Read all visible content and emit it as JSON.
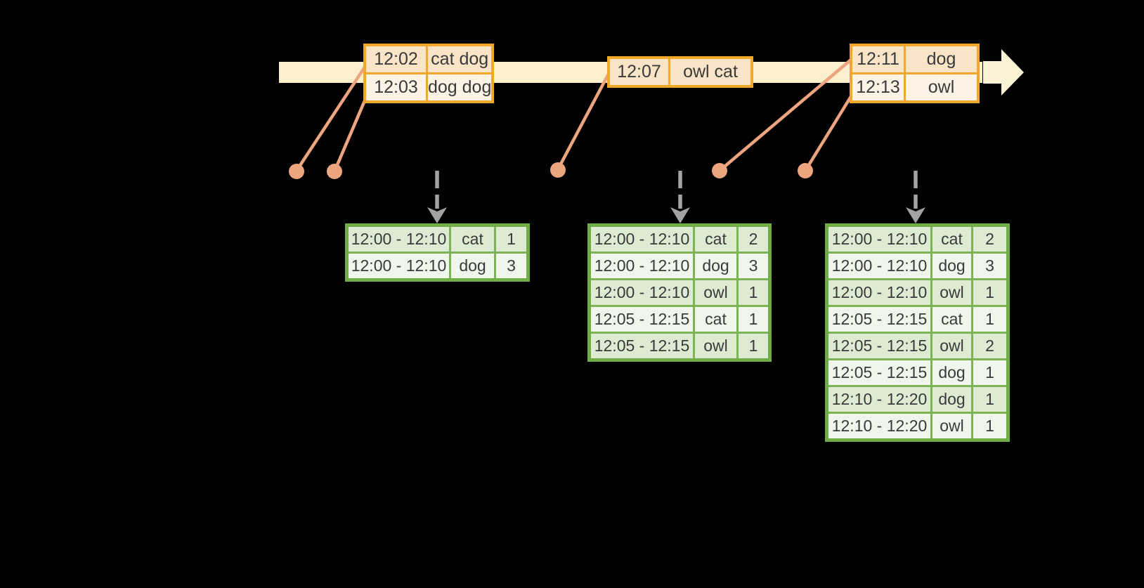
{
  "colors": {
    "background": "#000000",
    "timeline_band": "#FBEFCC",
    "timeline_arrowhead": "#FCF3D6",
    "event_table_border": "#F0A72A",
    "event_row_odd_fill": "#FAE4C7",
    "event_row_even_fill": "#FDF3E4",
    "result_table_border": "#70AD47",
    "result_row_odd_fill": "#DEEBD3",
    "result_row_even_fill": "#F1F6EC",
    "connector_salmon": "#EDA580",
    "trigger_arrow_gray": "#A3A3A3",
    "text": "#3A3A3A"
  },
  "timeline": {
    "event_tables": [
      {
        "rows": [
          {
            "time": "12:02",
            "words": "cat dog"
          },
          {
            "time": "12:03",
            "words": "dog dog"
          }
        ]
      },
      {
        "rows": [
          {
            "time": "12:07",
            "words": "owl cat"
          }
        ]
      },
      {
        "rows": [
          {
            "time": "12:11",
            "words": "dog"
          },
          {
            "time": "12:13",
            "words": "owl"
          }
        ]
      }
    ]
  },
  "result_tables": [
    {
      "rows": [
        {
          "window": "12:00 - 12:10",
          "word": "cat",
          "count": "1"
        },
        {
          "window": "12:00 - 12:10",
          "word": "dog",
          "count": "3"
        }
      ]
    },
    {
      "rows": [
        {
          "window": "12:00 - 12:10",
          "word": "cat",
          "count": "2"
        },
        {
          "window": "12:00 - 12:10",
          "word": "dog",
          "count": "3"
        },
        {
          "window": "12:00 - 12:10",
          "word": "owl",
          "count": "1"
        },
        {
          "window": "12:05 - 12:15",
          "word": "cat",
          "count": "1"
        },
        {
          "window": "12:05 - 12:15",
          "word": "owl",
          "count": "1"
        }
      ]
    },
    {
      "rows": [
        {
          "window": "12:00 - 12:10",
          "word": "cat",
          "count": "2"
        },
        {
          "window": "12:00 - 12:10",
          "word": "dog",
          "count": "3"
        },
        {
          "window": "12:00 - 12:10",
          "word": "owl",
          "count": "1"
        },
        {
          "window": "12:05 - 12:15",
          "word": "cat",
          "count": "1"
        },
        {
          "window": "12:05 - 12:15",
          "word": "owl",
          "count": "2"
        },
        {
          "window": "12:05 - 12:15",
          "word": "dog",
          "count": "1"
        },
        {
          "window": "12:10 - 12:20",
          "word": "dog",
          "count": "1"
        },
        {
          "window": "12:10 - 12:20",
          "word": "owl",
          "count": "1"
        }
      ]
    }
  ]
}
